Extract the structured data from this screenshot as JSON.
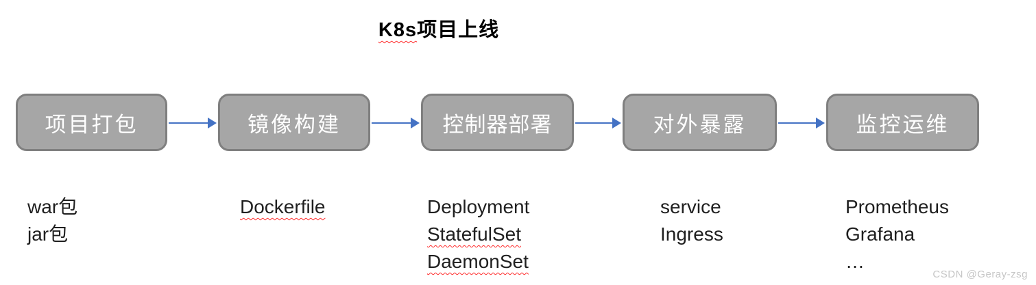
{
  "title": {
    "highlight": "K8s",
    "rest": "项目上线"
  },
  "flow": {
    "colors": {
      "box_fill": "#a6a6a6",
      "box_border": "#7f7f7f",
      "box_text": "#ffffff",
      "arrow": "#4472c4",
      "spellcheck_underline": "#ff2a2a"
    },
    "steps": [
      {
        "label": "项目打包",
        "notes": [
          {
            "text": "war包",
            "spellcheck": false
          },
          {
            "text": "jar包",
            "spellcheck": false
          }
        ]
      },
      {
        "label": "镜像构建",
        "notes": [
          {
            "text": "Dockerfile",
            "spellcheck": true
          }
        ]
      },
      {
        "label": "控制器部署",
        "notes": [
          {
            "text": "Deployment",
            "spellcheck": false
          },
          {
            "text": "StatefulSet",
            "spellcheck": true
          },
          {
            "text": "DaemonSet",
            "spellcheck": true
          }
        ]
      },
      {
        "label": "对外暴露",
        "notes": [
          {
            "text": "service",
            "spellcheck": false
          },
          {
            "text": "Ingress",
            "spellcheck": false
          }
        ]
      },
      {
        "label": "监控运维",
        "notes": [
          {
            "text": "Prometheus",
            "spellcheck": false
          },
          {
            "text": "Grafana",
            "spellcheck": false
          },
          {
            "text": "…",
            "spellcheck": false
          }
        ]
      }
    ]
  },
  "watermark": "CSDN @Geray-zsg"
}
